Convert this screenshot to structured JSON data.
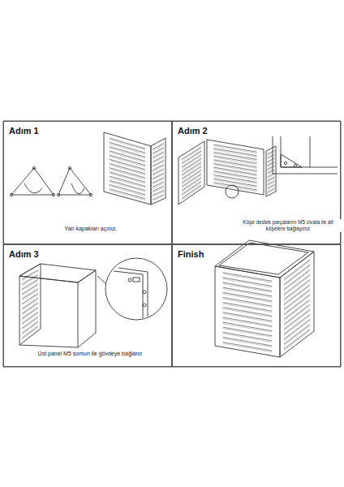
{
  "diagram": {
    "nodes": [
      {
        "text": [
          "Adım 1",
          "Yan kapakları açınız."
        ]
      },
      {
        "text": [
          "Adım 2",
          "Köşe destek parçalarını M5 civata ile alt köşelere bağlayınız"
        ]
      },
      {
        "text": [
          "Adım 3",
          "Üst panel M5 somun ile gövdeye bağlanır"
        ]
      },
      {
        "text": [
          "Finish"
        ]
      }
    ]
  }
}
